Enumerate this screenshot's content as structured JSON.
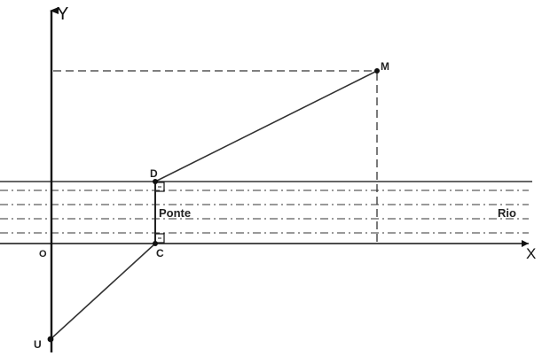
{
  "diagram": {
    "axes": {
      "x_label": "X",
      "y_label": "Y"
    },
    "points": {
      "origin": "O",
      "u": "U",
      "c": "C",
      "d": "D",
      "m": "M"
    },
    "labels": {
      "bridge": "Ponte",
      "river": "Rio"
    },
    "colors": {
      "ink": "#333333",
      "axis": "#111111"
    }
  }
}
